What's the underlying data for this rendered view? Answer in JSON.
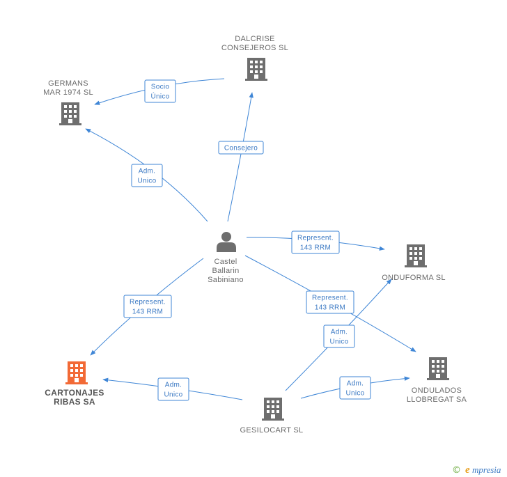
{
  "colors": {
    "edge": "#3f86d6",
    "company": "#6e6e6e",
    "focus_company": "#f26a36",
    "person": "#6e6e6e",
    "label": "#6b6b6b"
  },
  "nodes": [
    {
      "id": "dalcrise",
      "type": "company",
      "icon": "building-icon",
      "lines": [
        "DALCRISE",
        "CONSEJEROS SL"
      ]
    },
    {
      "id": "germans",
      "type": "company",
      "icon": "building-icon",
      "lines": [
        "GERMANS",
        "MAR 1974  SL"
      ]
    },
    {
      "id": "castel",
      "type": "person",
      "icon": "person-icon",
      "lines": [
        "Castel",
        "Ballarin",
        "Sabiniano"
      ]
    },
    {
      "id": "onduforma",
      "type": "company",
      "icon": "building-icon",
      "lines": [
        "ONDUFORMA SL"
      ]
    },
    {
      "id": "cartonajes",
      "type": "focus",
      "icon": "building-icon",
      "lines": [
        "CARTONAJES",
        "RIBAS SA"
      ]
    },
    {
      "id": "ondulados",
      "type": "company",
      "icon": "building-icon",
      "lines": [
        "ONDULADOS",
        "LLOBREGAT SA"
      ]
    },
    {
      "id": "gesilocart",
      "type": "company",
      "icon": "building-icon",
      "lines": [
        "GESILOCART SL"
      ]
    }
  ],
  "edges": [
    {
      "id": "dalcrise-germans",
      "from": "dalcrise",
      "to": "germans",
      "label": [
        "Socio",
        "Único"
      ]
    },
    {
      "id": "castel-dalcrise",
      "from": "castel",
      "to": "dalcrise",
      "label": [
        "Consejero"
      ]
    },
    {
      "id": "castel-germans",
      "from": "castel",
      "to": "germans",
      "label": [
        "Adm.",
        "Unico"
      ]
    },
    {
      "id": "castel-onduforma",
      "from": "castel",
      "to": "onduforma",
      "label": [
        "Represent.",
        "143 RRM"
      ]
    },
    {
      "id": "castel-cartonajes",
      "from": "castel",
      "to": "cartonajes",
      "label": [
        "Represent.",
        "143 RRM"
      ]
    },
    {
      "id": "castel-ondulados",
      "from": "castel",
      "to": "ondulados",
      "label": [
        "Represent.",
        "143 RRM"
      ]
    },
    {
      "id": "gesilocart-onduforma",
      "from": "gesilocart",
      "to": "onduforma",
      "label": [
        "Adm.",
        "Unico"
      ]
    },
    {
      "id": "gesilocart-cartonajes",
      "from": "gesilocart",
      "to": "cartonajes",
      "label": [
        "Adm.",
        "Unico"
      ]
    },
    {
      "id": "gesilocart-ondulados",
      "from": "gesilocart",
      "to": "ondulados",
      "label": [
        "Adm.",
        "Unico"
      ]
    }
  ],
  "footer": {
    "copyright_symbol": "©",
    "brand": "mpresia",
    "brand_initial": "e"
  }
}
